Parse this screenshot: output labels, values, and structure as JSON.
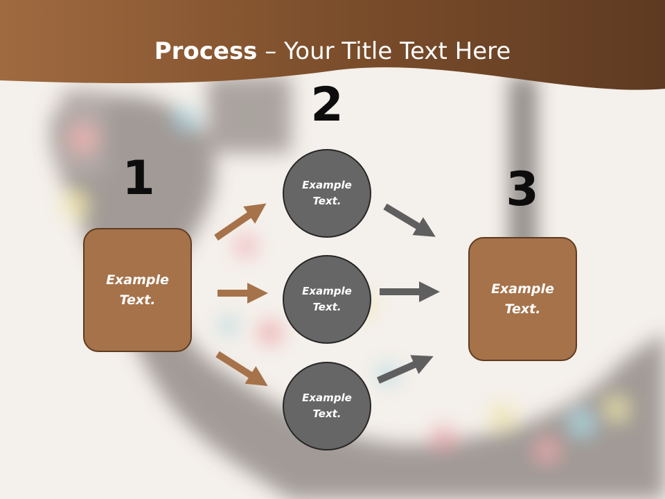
{
  "title": {
    "bold": "Process",
    "rest": " – Your Title Text Here"
  },
  "steps": [
    {
      "number": "1",
      "text": "Example Text."
    },
    {
      "number": "2",
      "text": "Example Text."
    },
    {
      "number": "3",
      "text": "Example Text."
    }
  ],
  "circles": [
    {
      "text": "Example Text."
    },
    {
      "text": "Example Text."
    },
    {
      "text": "Example Text."
    }
  ],
  "colors": {
    "header": "#7a4a26",
    "box_fill": "#a6724a",
    "circle_fill": "#666666",
    "arrow_brown": "#a6724a",
    "arrow_gray": "#5f5f5f"
  }
}
